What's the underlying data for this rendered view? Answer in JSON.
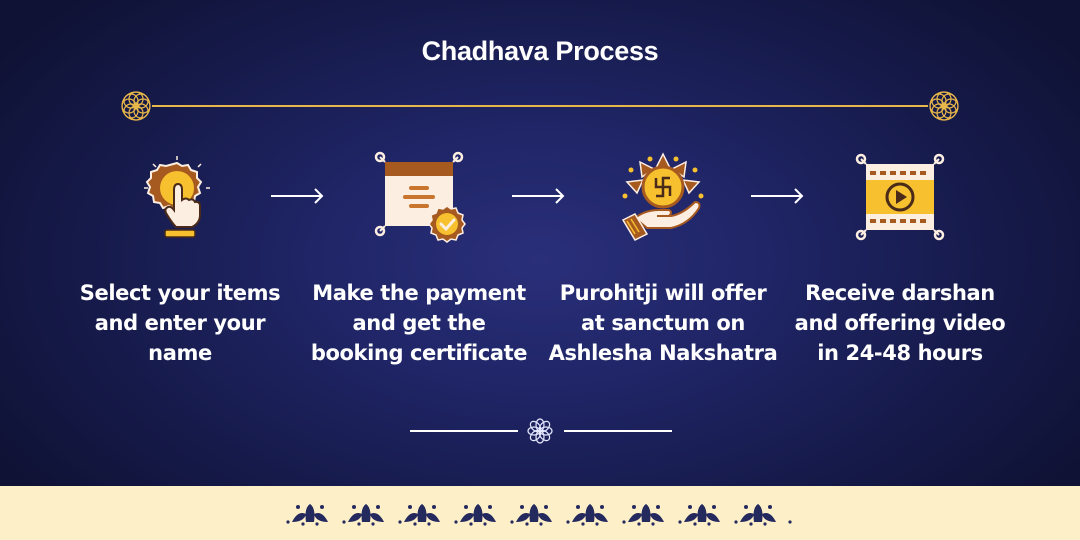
{
  "header": {
    "title": "Chadhava Process"
  },
  "decor": {
    "top_divider": {
      "ornament_icon": "rosette-icon",
      "color": "#e8b64a"
    },
    "bottom_divider": {
      "ornament_icon": "lotus-flower-icon",
      "color": "#ffffff"
    },
    "footer_pattern": {
      "icon": "leaf-motif-icon",
      "repeat_count": 9,
      "color": "#252a5e",
      "background": "#fdf0c8"
    }
  },
  "steps": [
    {
      "icon": "tap-select-icon",
      "label": "Select your items\nand enter your\nname"
    },
    {
      "icon": "certificate-icon",
      "label": "Make the payment\nand get the\nbooking certificate"
    },
    {
      "icon": "offering-hand-icon",
      "label": "Purohitji will offer\nat sanctum on\nAshlesha Nakshatra"
    },
    {
      "icon": "video-film-icon",
      "label": "Receive darshan\nand offering video\nin 24-48 hours"
    }
  ],
  "arrows": [
    "arrow-right-icon",
    "arrow-right-icon",
    "arrow-right-icon"
  ],
  "colors": {
    "background": "#1f2566",
    "gold": "#f6c02e",
    "brown": "#a65a1f",
    "cream": "#fdeee2",
    "text": "#ffffff"
  }
}
